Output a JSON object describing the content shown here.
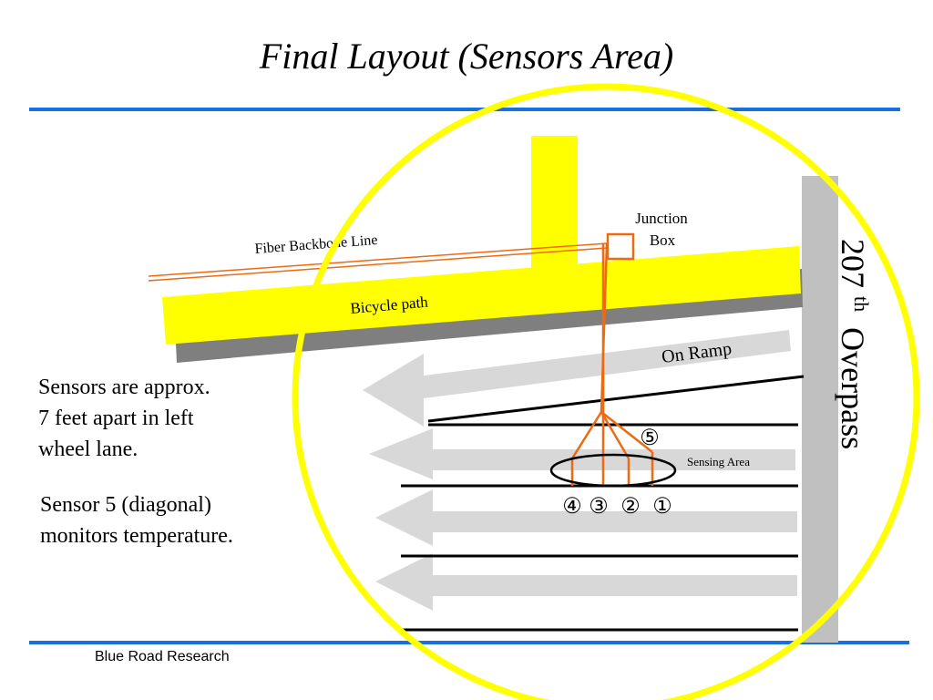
{
  "slide": {
    "title": "Final Layout (Sensors Area)",
    "notes": [
      "Sensors are approx.\n7 feet apart in left\nwheel lane.",
      "Sensor 5 (diagonal)\nmonitors temperature."
    ],
    "footer": "Blue Road Research"
  },
  "diagram": {
    "labels": {
      "fiber_line": "Fiber Backbone Line",
      "bicycle_path": "Bicycle  path",
      "junction_box": [
        "Junction",
        "Box"
      ],
      "on_ramp": "On Ramp",
      "sensing_area": "Sensing Area",
      "overpass_number": "207",
      "overpass_suffix": "th",
      "overpass_word": "Overpass"
    },
    "sensors": [
      "④",
      "③",
      "②",
      "①",
      "⑤"
    ],
    "colors": {
      "rule": "#1a6fe0",
      "highlight_circle": "#ffff00",
      "bicycle_path": "#ffff00",
      "path_shadow": "#7f7f7f",
      "overpass": "#c0c0c0",
      "lane_arrow": "#d8d8d8",
      "fiber": "#ee6a10",
      "junction_box": "#ee6a10"
    }
  }
}
